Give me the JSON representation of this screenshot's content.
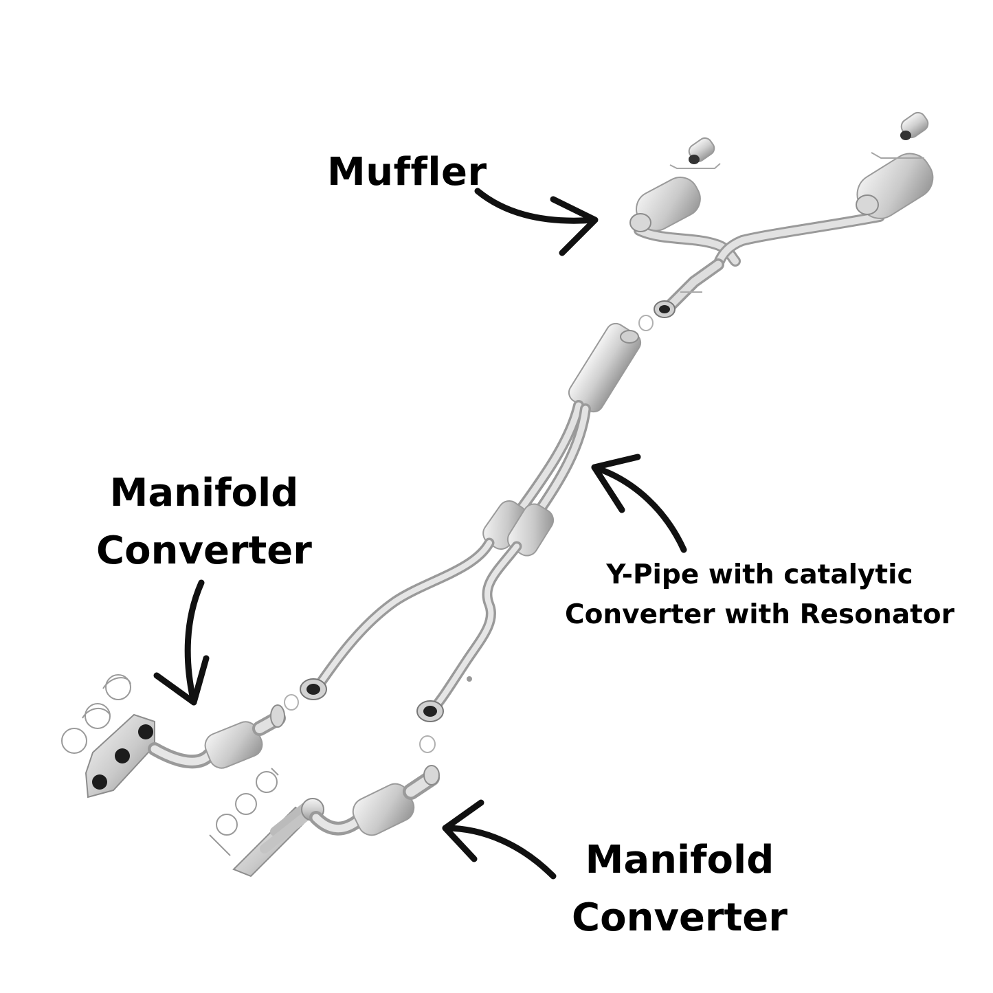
{
  "labels": {
    "muffler": "Muffler",
    "manifold_left": {
      "line1": "Manifold",
      "line2": "Converter"
    },
    "manifold_bottom": {
      "line1": "Manifold",
      "line2": "Converter"
    },
    "ypipe": {
      "line1": "Y-Pipe with catalytic",
      "line2": "Converter with Resonator"
    }
  },
  "colors": {
    "text": "#000000",
    "arrow": "#111111",
    "metal_light": "#eeeeee",
    "metal_mid": "#c4c4c4",
    "metal_dark": "#8c8c8c",
    "background": "#ffffff"
  }
}
